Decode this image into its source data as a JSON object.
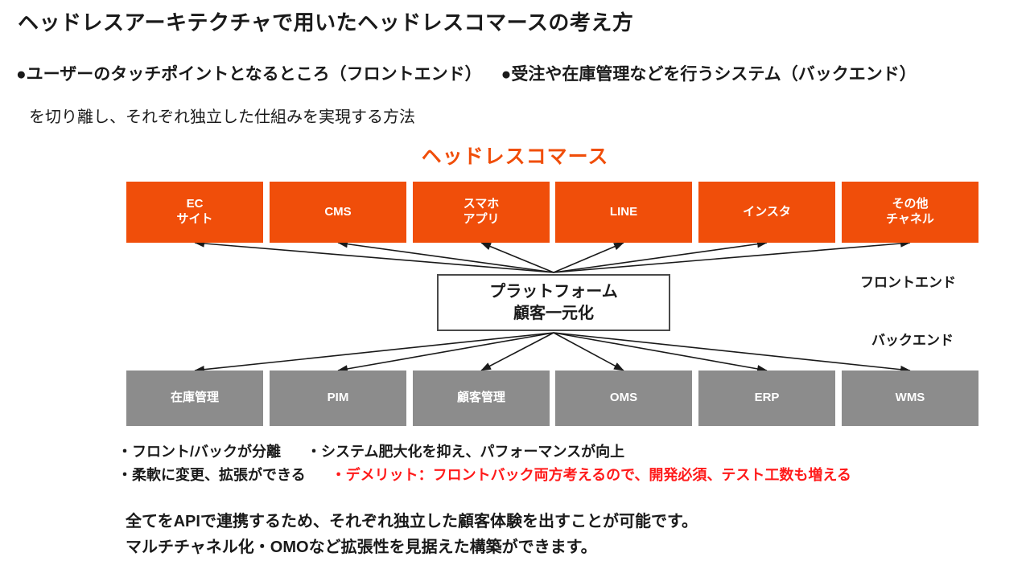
{
  "slide": {
    "title": "ヘッドレスアーキテクチャで用いたヘッドレスコマースの考え方",
    "lead": {
      "point_frontend": "●ユーザーのタッチポイントとなるところ（フロントエンド）",
      "point_backend": "●受注や在庫管理などを行うシステム（バックエンド）",
      "sub": "を切り離し、それぞれ独立した仕組みを実現する方法"
    },
    "section_heading": "ヘッドレスコマース",
    "side_labels": {
      "frontend": "フロントエンド",
      "backend": "バックエンド"
    },
    "platform": {
      "line1": "プラットフォーム",
      "line2": "顧客一元化"
    },
    "frontend_nodes": [
      {
        "line1": "EC",
        "line2": "サイト"
      },
      {
        "line1": "CMS",
        "line2": ""
      },
      {
        "line1": "スマホ",
        "line2": "アプリ"
      },
      {
        "line1": "LINE",
        "line2": ""
      },
      {
        "line1": "インスタ",
        "line2": ""
      },
      {
        "line1": "その他",
        "line2": "チャネル"
      }
    ],
    "backend_nodes": [
      {
        "line1": "在庫管理",
        "line2": ""
      },
      {
        "line1": "PIM",
        "line2": ""
      },
      {
        "line1": "顧客管理",
        "line2": ""
      },
      {
        "line1": "OMS",
        "line2": ""
      },
      {
        "line1": "ERP",
        "line2": ""
      },
      {
        "line1": "WMS",
        "line2": ""
      }
    ],
    "bullets": {
      "line1_a": "・フロント/バックが分離",
      "line1_b": "・システム肥大化を抑え、パフォーマンスが向上",
      "line2_a": "・柔軟に変更、拡張ができる",
      "line2_b": "・デメリット：フロントバック両方考えるので、開発必須、テスト工数も増える"
    },
    "closing": {
      "line1": "全てをAPIで連携するため、それぞれ独立した顧客体験を出すことが可能です。",
      "line2": "マルチチャネル化・OMOなど拡張性を見据えた構築ができます。"
    },
    "colors": {
      "frontend_box": "#f04e0a",
      "backend_box": "#8c8c8c",
      "accent_heading": "#f04e0a",
      "warning_text": "#ff1a1a",
      "text": "#1a1a1a",
      "background": "#ffffff"
    }
  }
}
